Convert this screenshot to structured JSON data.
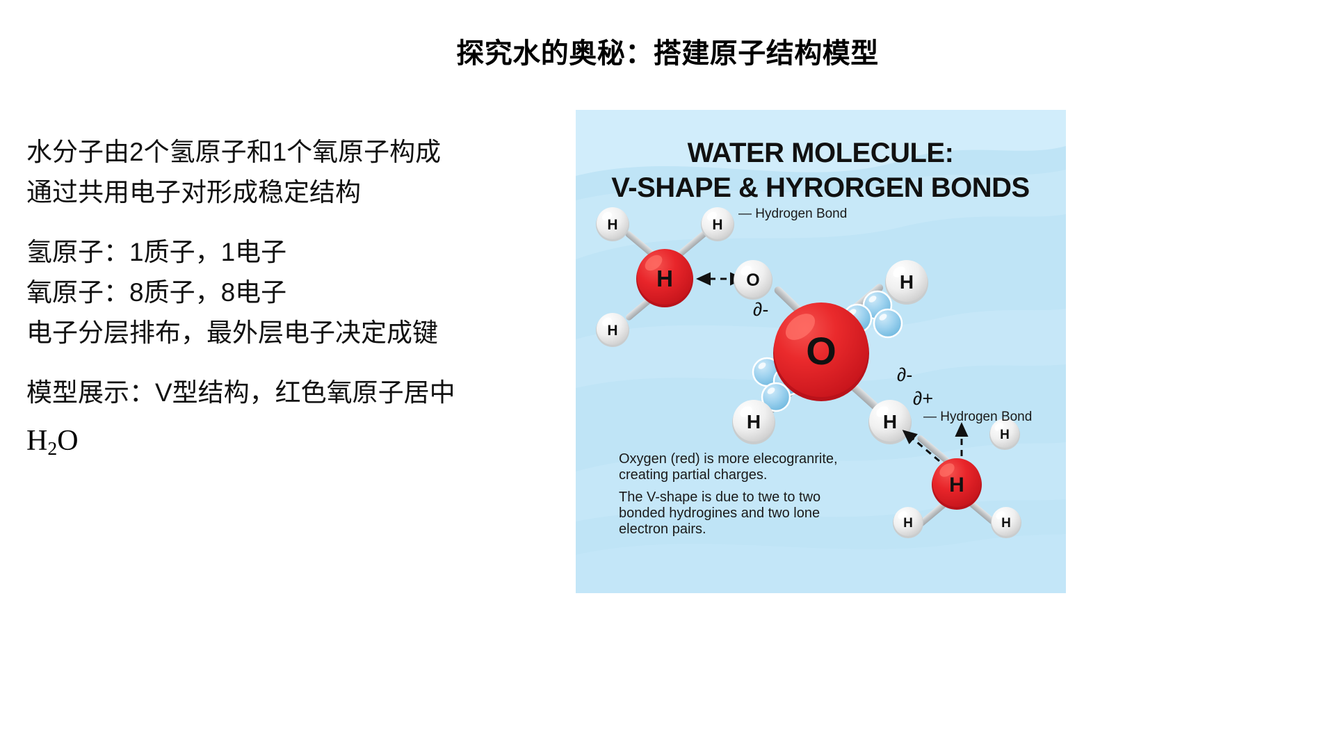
{
  "slide": {
    "title": "探究水的奥秘：搭建原子结构模型"
  },
  "content": {
    "paragraphs": [
      {
        "lines": [
          "水分子由2个氢原子和1个氧原子构成",
          "通过共用电子对形成稳定结构"
        ]
      },
      {
        "lines": [
          "氢原子：1质子，1电子",
          "氧原子：8质子，8电子",
          "电子分层排布，最外层电子决定成键"
        ]
      },
      {
        "lines": [
          "模型展示：V型结构，红色氧原子居中"
        ]
      }
    ],
    "formula": {
      "element_1": "H",
      "subscript": "2",
      "element_2": "O",
      "full": "H2O"
    }
  },
  "figure": {
    "heading_line_1": "WATER MOLECULE:",
    "heading_line_2": "V-SHAPE & HYRORGEN BONDS",
    "atoms": {
      "oxygen_label": "O",
      "hydrogen_label": "H"
    },
    "charges": {
      "delta_negative": "∂-",
      "delta_positive": "∂+"
    },
    "annotations": {
      "hydrogen_bond_top": "— Hydrogen Bond",
      "hydrogen_bond_bottom": "— Hydrogen Bond"
    },
    "caption": {
      "line_1": "Oxygen (red) is more elecogranrite,",
      "line_2": "creating partial charges.",
      "line_3": "The V-shape is due to twe to two",
      "line_4": "bonded hydrogines and two lone",
      "line_5": "electron pairs."
    },
    "colors": {
      "panel_background": "#bfe4f6",
      "wave_light": "#cfecf9",
      "oxygen_red": "#e8212a",
      "hydrogen_white": "#f2f2f2",
      "electron_blue": "#9ed2ef",
      "bond_gray": "#b9bcbe",
      "text_dark": "#1a1a1a"
    }
  }
}
